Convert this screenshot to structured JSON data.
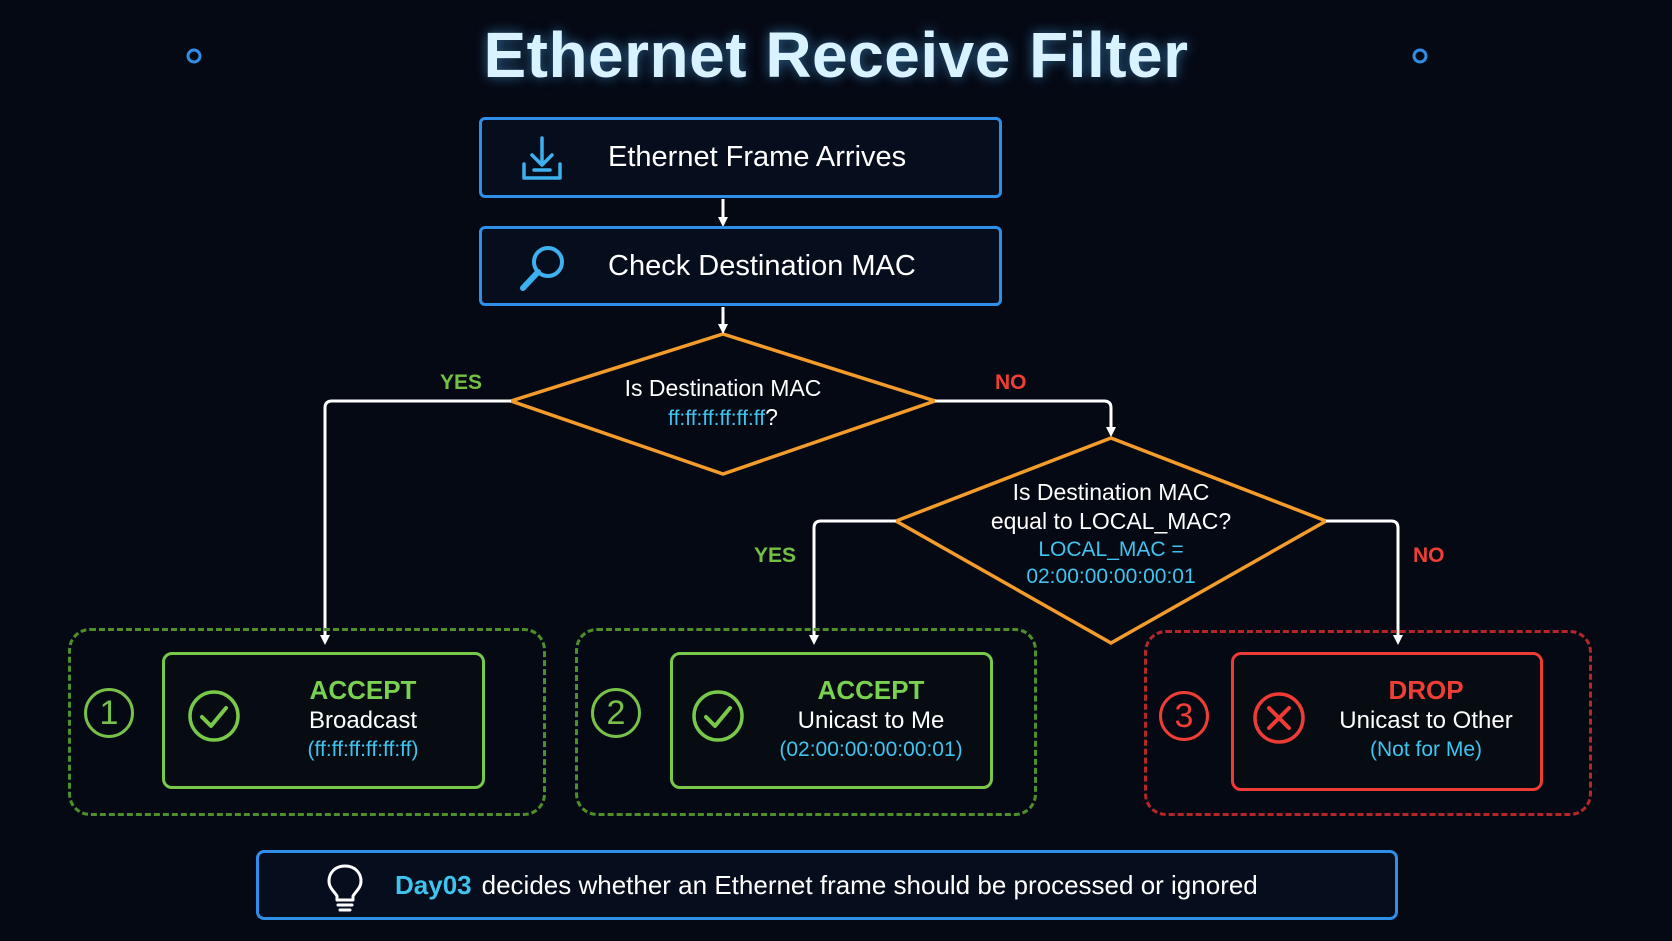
{
  "title": "Ethernet Receive Filter",
  "nodes": {
    "frame_arrives": {
      "label": "Ethernet Frame Arrives",
      "icon": "download-tray-icon"
    },
    "check_mac": {
      "label": "Check Destination MAC",
      "icon": "magnifier-icon"
    },
    "decision_broadcast": {
      "line1": "Is Destination MAC",
      "mac": "ff:ff:ff:ff:ff:ff",
      "suffix": "?"
    },
    "decision_local": {
      "line1": "Is Destination MAC",
      "line2": "equal to LOCAL_MAC?",
      "line3": "LOCAL_MAC =",
      "line4": "02:00:00:00:00:01"
    }
  },
  "branches": {
    "broadcast_yes": "YES",
    "broadcast_no": "NO",
    "local_yes": "YES",
    "local_no": "NO"
  },
  "outcomes": [
    {
      "number": "1",
      "status": "ACCEPT",
      "line1": "Broadcast",
      "line2": "(ff:ff:ff:ff:ff:ff)",
      "icon": "check-circle-icon",
      "color": "#78c84a"
    },
    {
      "number": "2",
      "status": "ACCEPT",
      "line1": "Unicast to Me",
      "line2": "(02:00:00:00:00:01)",
      "icon": "check-circle-icon",
      "color": "#78c84a"
    },
    {
      "number": "3",
      "status": "DROP",
      "line1": "Unicast to Other",
      "line2": "(Not for Me)",
      "icon": "x-circle-icon",
      "color": "#ee3b35"
    }
  ],
  "note": {
    "highlight": "Day03",
    "text": "decides whether an Ethernet frame should be processed or ignored",
    "icon": "lightbulb-icon"
  },
  "colors": {
    "background": "#050914",
    "process_border": "#2f8fe8",
    "decision_border": "#f39c2b",
    "accept": "#78c84a",
    "drop": "#ee3b35",
    "mac_text": "#3fc4f0"
  }
}
